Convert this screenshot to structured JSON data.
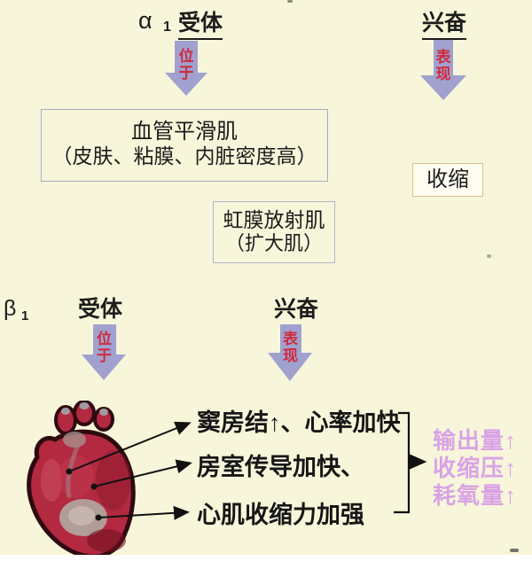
{
  "alpha": {
    "symbol": "α",
    "subscript": "1",
    "receptor": "受体",
    "locate": "位于",
    "excite": "兴奋",
    "manifest": "表现",
    "vascular_box_line1": "血管平滑肌",
    "vascular_box_line2": "（皮肤、粘膜、内脏密度高）",
    "contract_box": "收缩",
    "iris_box_line1": "虹膜放射肌",
    "iris_box_line2": "（扩大肌）"
  },
  "beta": {
    "symbol": "β",
    "subscript": "1",
    "receptor": "受体",
    "locate": "位于",
    "excite": "兴奋",
    "manifest": "表现",
    "effects": [
      "窦房结↑、心率加快",
      "房室传导加快、",
      "心肌收缩力加强"
    ],
    "outcomes": [
      "输出量↑",
      "收缩压↑",
      "耗氧量↑"
    ]
  },
  "icons": {
    "heart": "heart-illustration",
    "flow_arrow": "down-arrow"
  },
  "colors": {
    "background": "#f7f6da",
    "arrow_fill": "#a1a1cf",
    "arrow_label_red": "#cf2b3b",
    "outcome_pink": "#d9a3e6",
    "text": "#1c1c1c",
    "box_border_blue": "#a8a8c4",
    "contract_box_border": "#dcbd92",
    "contract_box_bg": "#fffdf2",
    "heart_red": "#b32940",
    "heart_dark": "#2f0a10",
    "heart_gray": "#b1a29c"
  }
}
